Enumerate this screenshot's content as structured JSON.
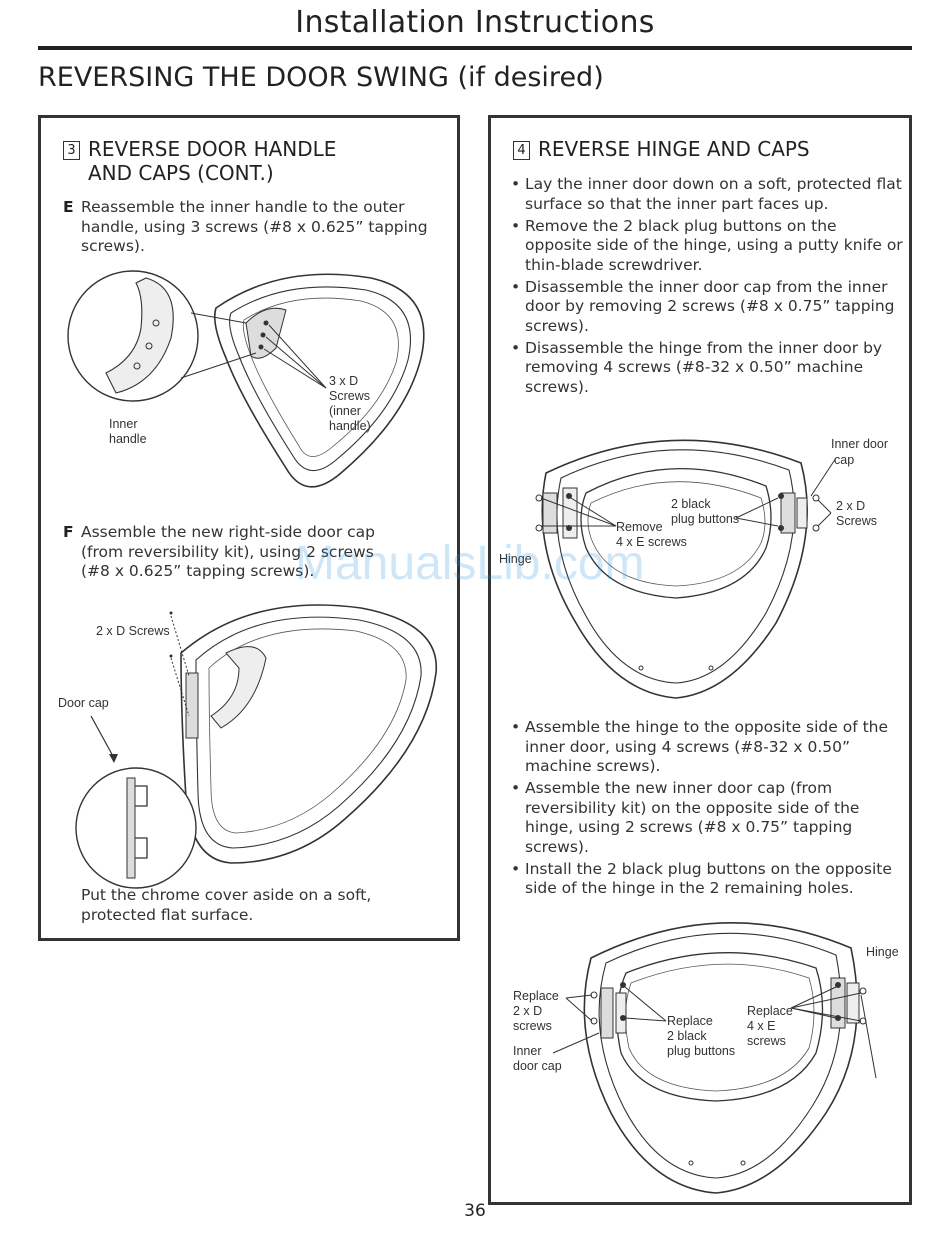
{
  "header": {
    "title": "Installation Instructions"
  },
  "section_title": "REVERSING THE DOOR SWING (if desired)",
  "left_panel": {
    "step_number": "3",
    "step_title_line1": "REVERSE DOOR HANDLE",
    "step_title_line2": "AND CAPS (CONT.)",
    "step_e": {
      "letter": "E",
      "text": "Reassemble the inner handle to the outer handle, using 3 screws (#8 x 0.625” tapping screws)."
    },
    "figure1": {
      "label_screws_1": "3 x D",
      "label_screws_2": "Screws",
      "label_screws_3": "(inner",
      "label_screws_4": "handle)",
      "label_handle_1": "Inner",
      "label_handle_2": "handle"
    },
    "step_f": {
      "letter": "F",
      "text": "Assemble the new right-side door cap (from reversibility kit), using 2 screws (#8 x 0.625” tapping screws)."
    },
    "figure2": {
      "label_screws": "2 x D Screws",
      "label_cap": "Door cap"
    },
    "footer_text": "Put the chrome cover aside on a soft, protected flat surface."
  },
  "right_panel": {
    "step_number": "4",
    "step_title": "REVERSE HINGE AND CAPS",
    "bullets_top": [
      "Lay the inner door down on a soft, protected flat surface so that the inner part faces up.",
      "Remove the 2 black plug buttons on the opposite side of the hinge, using a putty knife or thin-blade screwdriver.",
      "Disassemble the inner door cap from the inner door by removing 2 screws (#8 x 0.75” tapping screws).",
      "Disassemble the hinge from the inner door by removing 4 screws (#8-32 x 0.50” machine screws)."
    ],
    "figure3": {
      "label_cap_1": "Inner door",
      "label_cap_2": "cap",
      "label_plug_1": "2 black",
      "label_plug_2": "plug buttons",
      "label_remove_1": "Remove",
      "label_remove_2": "4 x E screws",
      "label_screws_1": "2 x D",
      "label_screws_2": "Screws",
      "label_hinge": "Hinge"
    },
    "bullets_bottom": [
      "Assemble the hinge to the opposite side of the inner door, using 4 screws (#8-32 x 0.50” machine screws).",
      "Assemble the new inner door cap (from reversibility kit) on the opposite side of the hinge, using 2 screws (#8 x 0.75” tapping screws).",
      "Install the 2 black plug buttons on the opposite side of the hinge in the 2 remaining holes."
    ],
    "figure4": {
      "label_replace_d_1": "Replace",
      "label_replace_d_2": "2 x D",
      "label_replace_d_3": "screws",
      "label_inner_cap_1": "Inner",
      "label_inner_cap_2": "door cap",
      "label_replace_plug_1": "Replace",
      "label_replace_plug_2": "2 black",
      "label_replace_plug_3": "plug buttons",
      "label_replace_e_1": "Replace",
      "label_replace_e_2": "4 x E",
      "label_replace_e_3": "screws",
      "label_hinge": "Hinge"
    }
  },
  "page_number": "36",
  "watermark": "ManualsLib.com"
}
